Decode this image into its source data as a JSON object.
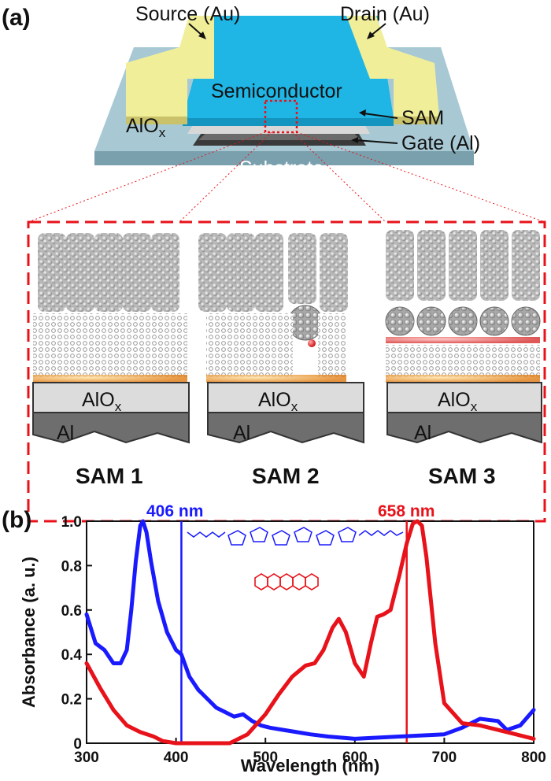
{
  "panel_a": {
    "label": "(a)",
    "device": {
      "source": "Source (Au)",
      "drain": "Drain (Au)",
      "semiconductor": "Semiconductor",
      "sam": "SAM",
      "gate": "Gate (Al)",
      "dielectric_main": "AlO",
      "dielectric_sub": "x",
      "substrate": "Substrate"
    },
    "sams": [
      {
        "name": "SAM 1",
        "oxide_main": "AlO",
        "oxide_sub": "x",
        "metal": "Al"
      },
      {
        "name": "SAM 2",
        "oxide_main": "AlO",
        "oxide_sub": "x",
        "metal": "Al"
      },
      {
        "name": "SAM 3",
        "oxide_main": "AlO",
        "oxide_sub": "x",
        "metal": "Al"
      }
    ]
  },
  "panel_b": {
    "label": "(b)",
    "marker_blue": "406 nm",
    "marker_red": "658 nm"
  },
  "chart_data": {
    "type": "line",
    "title": "",
    "xlabel": "Wavelength (nm)",
    "ylabel": "Absorbance (a. u.)",
    "xlim": [
      300,
      800
    ],
    "ylim": [
      0,
      1.0
    ],
    "xticks": [
      300,
      400,
      500,
      600,
      700,
      800
    ],
    "yticks": [
      0,
      0.2,
      0.4,
      0.6,
      0.8,
      1.0
    ],
    "ytick_labels": [
      "0",
      "0.2",
      "0.4",
      "0.6",
      "0.8",
      "1.0"
    ],
    "vlines": [
      {
        "x": 406,
        "color": "#1a1aff"
      },
      {
        "x": 658,
        "color": "#e8121a"
      }
    ],
    "series": [
      {
        "color": "#1a1aff",
        "x": [
          300,
          310,
          320,
          330,
          338,
          345,
          350,
          355,
          360,
          363,
          367,
          372,
          380,
          390,
          400,
          406,
          415,
          425,
          435,
          445,
          455,
          465,
          475,
          485,
          495,
          505,
          520,
          535,
          550,
          570,
          600,
          650,
          700,
          720,
          740,
          760,
          770,
          785,
          800
        ],
        "y": [
          0.58,
          0.45,
          0.42,
          0.36,
          0.36,
          0.42,
          0.6,
          0.82,
          0.98,
          1.0,
          0.95,
          0.82,
          0.64,
          0.5,
          0.42,
          0.4,
          0.3,
          0.24,
          0.2,
          0.16,
          0.14,
          0.12,
          0.13,
          0.1,
          0.08,
          0.07,
          0.06,
          0.05,
          0.04,
          0.03,
          0.02,
          0.03,
          0.04,
          0.07,
          0.11,
          0.1,
          0.06,
          0.08,
          0.15
        ]
      },
      {
        "color": "#e8121a",
        "x": [
          300,
          315,
          330,
          345,
          360,
          375,
          385,
          400,
          420,
          440,
          460,
          480,
          500,
          515,
          530,
          545,
          555,
          565,
          575,
          582,
          590,
          600,
          610,
          618,
          625,
          632,
          640,
          650,
          658,
          665,
          670,
          675,
          680,
          690,
          700,
          720,
          740,
          760,
          780,
          800
        ],
        "y": [
          0.36,
          0.25,
          0.15,
          0.08,
          0.05,
          0.03,
          0.01,
          0.0,
          0.0,
          0.0,
          0.0,
          0.04,
          0.13,
          0.22,
          0.3,
          0.35,
          0.36,
          0.42,
          0.52,
          0.56,
          0.5,
          0.36,
          0.3,
          0.45,
          0.57,
          0.58,
          0.6,
          0.76,
          0.9,
          0.99,
          1.0,
          0.98,
          0.84,
          0.45,
          0.18,
          0.09,
          0.08,
          0.06,
          0.04,
          0.02
        ]
      }
    ]
  }
}
